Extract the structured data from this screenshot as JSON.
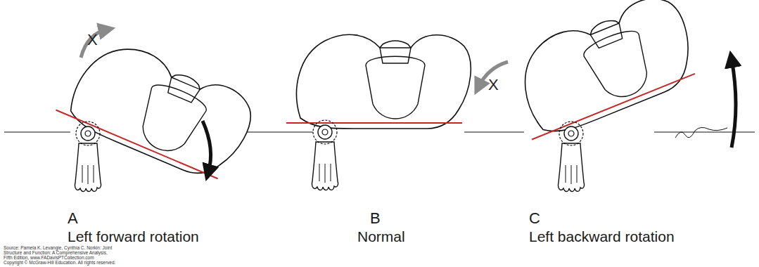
{
  "diagram": {
    "labels": [
      "X",
      "X",
      "A",
      "Left forward rotation",
      "B",
      "Normal",
      "C",
      "Left backward rotation",
      "Source: Pamela K. Levangie, Cynthia C. Norkin: Joint",
      "Structure and Function: A Comprehensive Analysis,",
      "Fifth Edition, www.FADavisPTCollection.com",
      "Copyright © McGraw-Hill Education. All rights reserved."
    ]
  }
}
